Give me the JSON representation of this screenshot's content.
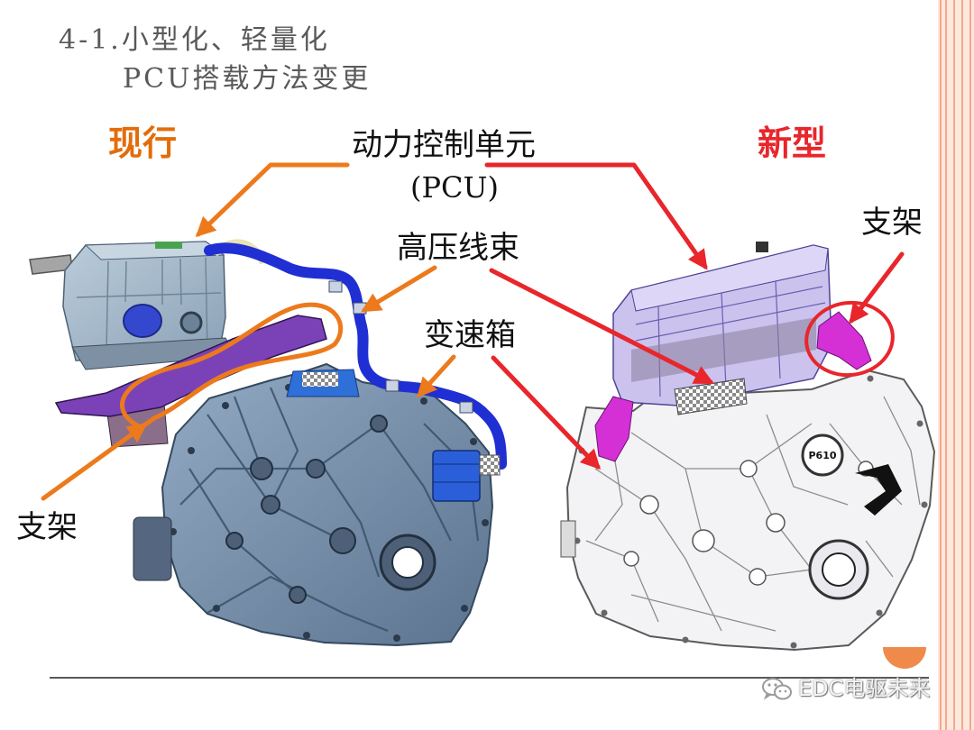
{
  "slide": {
    "title_line1": "4-1.小型化、轻量化",
    "title_line2": "PCU搭载方法变更"
  },
  "labels": {
    "current": "现行",
    "new": "新型",
    "pcu_name": "动力控制单元",
    "pcu_abbr": "(PCU)",
    "hv_harness": "高压线束",
    "transmission": "变速箱",
    "bracket_right": "支架",
    "bracket_left": "支架"
  },
  "engine_badge": "P610",
  "watermark": {
    "icon": "wechat-icon",
    "text": "EDC电驱未来"
  },
  "colors": {
    "current_label": "#e36c0a",
    "new_label": "#e8262b",
    "orange_annotation": "#ec7a1c",
    "red_annotation": "#e8262b",
    "title": "#595959",
    "border_stripes": "#f3a98b"
  }
}
